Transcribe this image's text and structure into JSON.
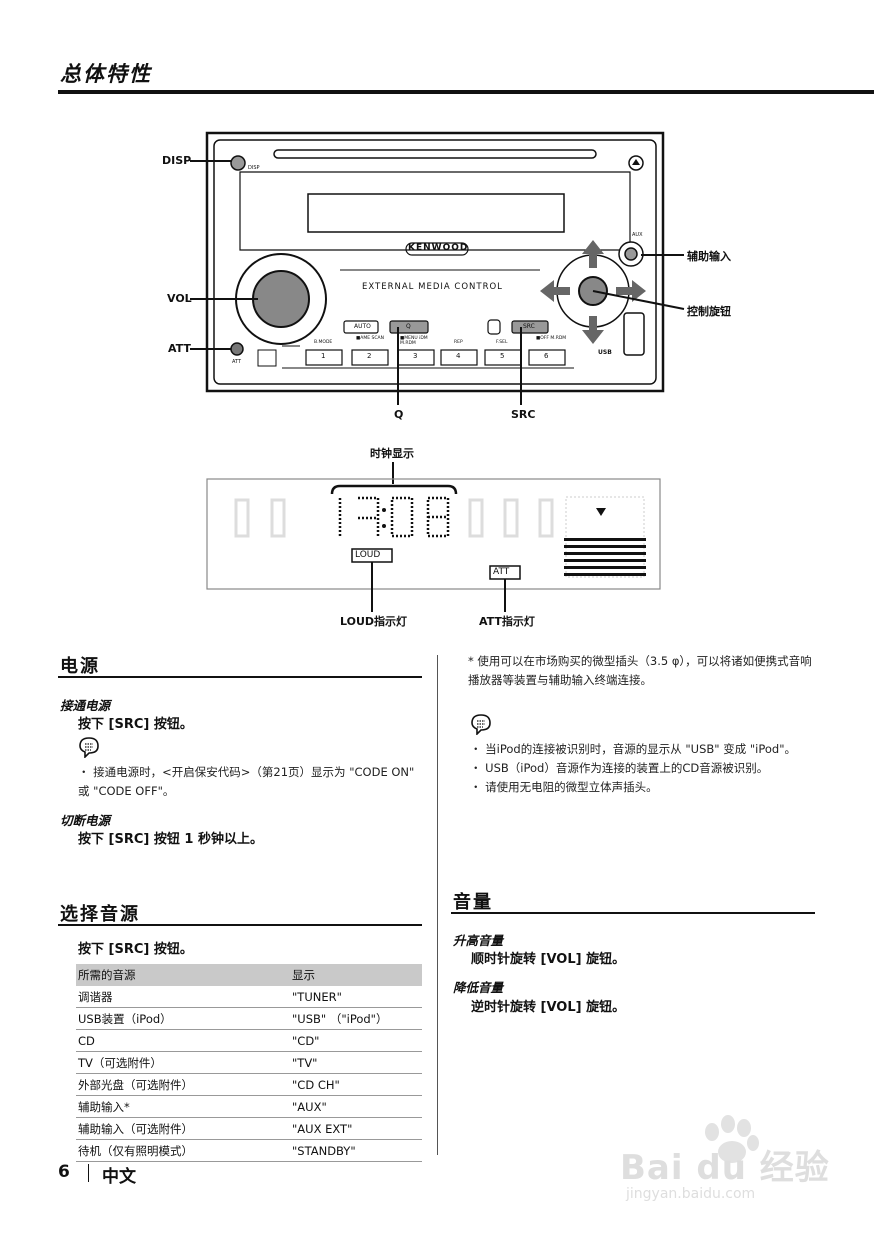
{
  "page_title": "总体特性",
  "figure1": {
    "callouts": {
      "disp": "DISP",
      "vol": "VOL",
      "att": "ATT",
      "q": "Q",
      "src": "SRC",
      "aux_input": "辅助输入",
      "control_knob": "控制旋钮"
    },
    "panel": {
      "brand": "KENWOOD",
      "tagline": "EXTERNAL MEDIA CONTROL",
      "disp_small": "DISP",
      "att_small": "ATT",
      "aux_small": "AUX",
      "usb_small": "USB",
      "auto_button": "AUTO",
      "q_button": "Q",
      "src_button": "SRC",
      "button_tops": [
        "B.MODE",
        "■AME SCAN",
        "■MENU iDM M.RDM",
        "REP",
        "F.SEL",
        "■OFF M.RDM"
      ],
      "preset_numbers": [
        "1",
        "2",
        "3",
        "4",
        "5",
        "6"
      ]
    }
  },
  "figure2": {
    "clock_label": "时钟显示",
    "loud_label": "LOUD指示灯",
    "att_label": "ATT指示灯",
    "loud_box": "LOUD",
    "att_box": "ATT"
  },
  "left": {
    "power": {
      "heading": "电源",
      "on_title": "接通电源",
      "on_text": "按下 [SRC] 按钮。",
      "on_note": "・ 接通电源时，<开启保安代码>（第21页）显示为 \"CODE ON\" 或 \"CODE OFF\"。",
      "off_title": "切断电源",
      "off_text": "按下 [SRC] 按钮 1 秒钟以上。"
    },
    "select": {
      "heading": "选择音源",
      "text": "按下 [SRC] 按钮。",
      "table": {
        "headers": [
          "所需的音源",
          "显示"
        ],
        "rows": [
          [
            "调谐器",
            "\"TUNER\""
          ],
          [
            "USB装置（iPod）",
            "\"USB\" （\"iPod\"）"
          ],
          [
            "CD",
            "\"CD\""
          ],
          [
            "TV（可选附件）",
            "\"TV\""
          ],
          [
            "外部光盘（可选附件）",
            "\"CD CH\""
          ],
          [
            "辅助输入*",
            "\"AUX\""
          ],
          [
            "辅助输入（可选附件）",
            "\"AUX EXT\""
          ],
          [
            "待机（仅有照明模式）",
            "\"STANDBY\""
          ]
        ]
      }
    }
  },
  "right": {
    "footnote": "* 使用可以在市场购买的微型插头（3.5 φ），可以将诸如便携式音响播放器等装置与辅助输入终端连接。",
    "notes": [
      "・ 当iPod的连接被识别时，音源的显示从 \"USB\" 变成 \"iPod\"。",
      "・ USB（iPod）音源作为连接的装置上的CD音源被识别。",
      "・ 请使用无电阻的微型立体声插头。"
    ],
    "volume": {
      "heading": "音量",
      "up_title": "升高音量",
      "up_text": "顺时针旋转 [VOL] 旋钮。",
      "down_title": "降低音量",
      "down_text": "逆时针旋转 [VOL] 旋钮。"
    }
  },
  "footer": {
    "page": "6",
    "language": "中文"
  },
  "watermark": {
    "text": "Bai du 经验",
    "url": "jingyan.baidu.com"
  }
}
